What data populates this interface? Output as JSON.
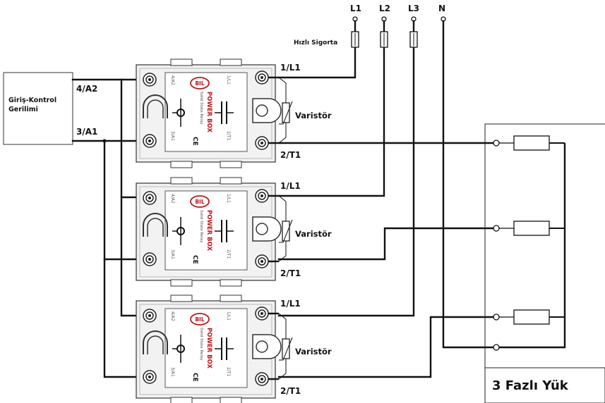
{
  "supply_lines": [
    "L1",
    "L2",
    "L3",
    "N"
  ],
  "fuse_label": "Hızlı Sigorta",
  "control_box": {
    "line1": "Giriş-Kontrol",
    "line2": "Gerilimi"
  },
  "control_terminals": [
    "4/A2",
    "3/A1"
  ],
  "relays": [
    {
      "input_label": "1/L1",
      "output_label": "2/T1",
      "varistor_label": "Varistör"
    },
    {
      "input_label": "1/L1",
      "output_label": "2/T1",
      "varistor_label": "Varistör"
    },
    {
      "input_label": "1/L1",
      "output_label": "2/T1",
      "varistor_label": "Varistör"
    }
  ],
  "relay_face": {
    "brand": "BIL",
    "product": "POWER BOX",
    "subtitle": "Solid State Relay",
    "ce": "CE",
    "pin_a2": "4/A2",
    "pin_a1": "3/A1",
    "pin_l1": "1/L1",
    "pin_t1": "2/T1"
  },
  "load_label": "3 Fazlı Yük",
  "colors": {
    "wire": "#111111",
    "brand_red": "#c0151b",
    "module": "#f2f2f2"
  }
}
